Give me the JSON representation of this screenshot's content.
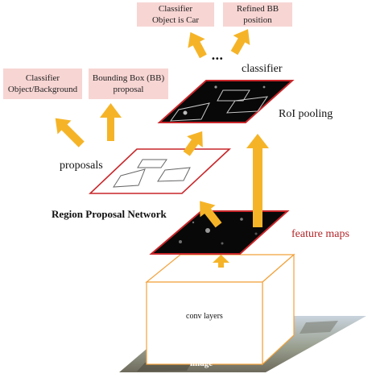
{
  "boxes": {
    "classifier_car": {
      "line1": "Classifier",
      "line2": "Object is Car"
    },
    "refined_bb": {
      "line1": "Refined BB",
      "line2": "position"
    },
    "classifier_objbg": {
      "line1": "Classifier",
      "line2": "Object/Background"
    },
    "bbox_proposal": {
      "line1": "Bounding Box (BB)",
      "line2": "proposal"
    }
  },
  "labels": {
    "ellipsis": "•••",
    "classifier": "classifier",
    "roi_pooling": "RoI pooling",
    "proposals": "proposals",
    "rpn": "Region Proposal Network",
    "feature_maps": "feature maps",
    "conv_layers": "conv layers",
    "image": "image"
  },
  "colors": {
    "arrow": "#f5b428",
    "pink_box": "#f7d5d3",
    "red_outline": "#c8262a",
    "feature_maps_text": "#b3262a",
    "dark_map": "#080808"
  }
}
